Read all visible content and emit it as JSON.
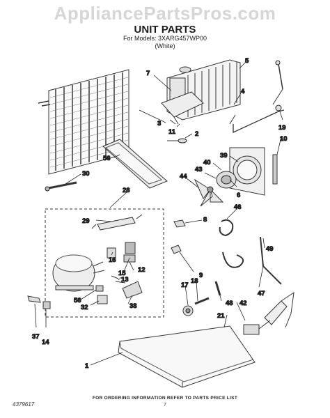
{
  "watermark": "AppliancePartsPros.com",
  "title": "UNIT PARTS",
  "subtitle_line1": "For Models: 3XARG457WP00",
  "subtitle_line2": "(White)",
  "footer": {
    "doc_number": "4379617",
    "instruction": "FOR ORDERING INFORMATION REFER TO PARTS PRICE LIST",
    "page": "7"
  },
  "callouts": {
    "c7": "7",
    "c5": "5",
    "c4": "4",
    "c3": "3",
    "c11": "11",
    "c2": "2",
    "c19": "19",
    "c10": "10",
    "c56a": "56",
    "c39": "39",
    "c40": "40",
    "c43": "43",
    "c44": "44",
    "c6": "6",
    "c30": "30",
    "c28": "28",
    "c29": "29",
    "c46": "46",
    "c8": "8",
    "c16": "16",
    "c15": "15",
    "c12": "12",
    "c13": "13",
    "c9": "9",
    "c49": "49",
    "c56b": "56",
    "c32": "32",
    "c38": "38",
    "c17": "17",
    "c18": "18",
    "c47": "47",
    "c48": "48",
    "c42": "42",
    "c21": "21",
    "c37": "37",
    "c14": "14",
    "c1": "1"
  }
}
